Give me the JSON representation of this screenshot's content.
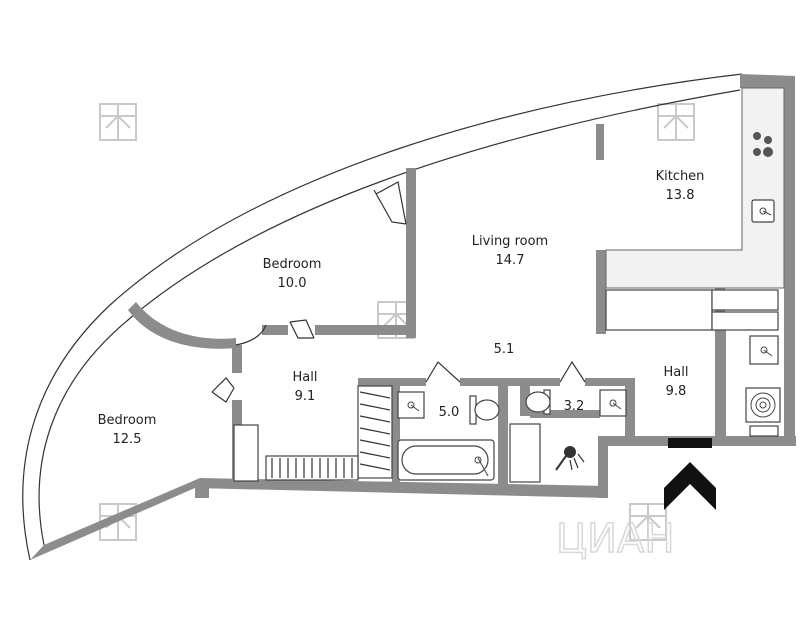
{
  "rooms": [
    {
      "name": "Kitchen",
      "area": "13.8"
    },
    {
      "name": "Living room",
      "area": "14.7"
    },
    {
      "name": "Bedroom",
      "area": "10.0"
    },
    {
      "name": "Bedroom",
      "area": "12.5"
    },
    {
      "name": "Hall",
      "area": "9.1"
    },
    {
      "name": "Hall",
      "area": "9.8"
    },
    {
      "area": "5.1"
    },
    {
      "area": "5.0"
    },
    {
      "area": "3.2"
    }
  ],
  "watermark": "ЦИАН",
  "icons": {
    "watermark_logo": "building-logo-icon",
    "entrance": "entrance-chevron-icon",
    "stove": "stove-icon",
    "sink": "sink-icon",
    "toilet": "toilet-icon",
    "bathtub": "bathtub-icon",
    "shower": "shower-icon",
    "washer": "washing-machine-icon"
  },
  "colors": {
    "wall": "#8c8c8c",
    "fill": "#ffffff",
    "kitchen_counter": "#f2f2f2",
    "text": "#222222",
    "arrow": "#111111"
  }
}
